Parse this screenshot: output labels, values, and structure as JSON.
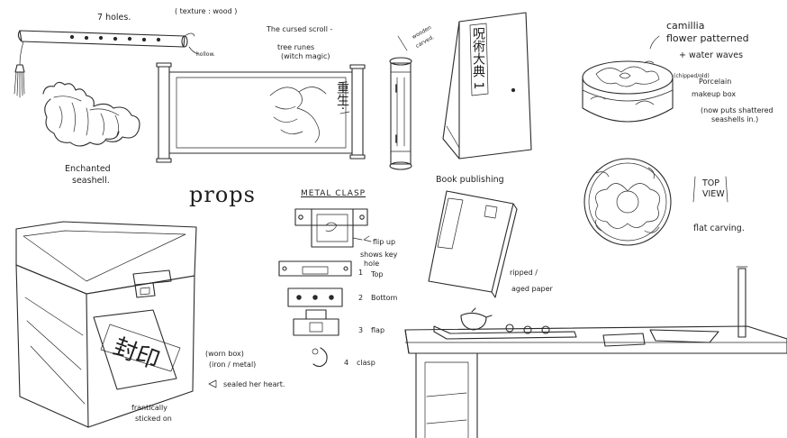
{
  "title": "props",
  "flute": {
    "label": "7 holes.",
    "texture": "( texture : wood )",
    "hollow": "hollow."
  },
  "seashell": {
    "label_line1": "Enchanted",
    "label_line2": "seashell."
  },
  "scroll": {
    "title": "The cursed scroll -",
    "runes_line1": "tree runes",
    "runes_line2": "(witch magic)",
    "chars": "重生·"
  },
  "wooden": {
    "label_line1": "wooden",
    "label_line2": "carved."
  },
  "book": {
    "chars": "呪術大典 1",
    "publishing": "Book  publishing",
    "ripped_line1": "ripped /",
    "ripped_line2": "aged paper"
  },
  "makeup_box": {
    "camellia_line1": "camillia",
    "camellia_line2": "flower patterned",
    "plus_waves": "+ water waves",
    "chipped": "(chipped/old)",
    "porcelain_line1": "Porcelain",
    "porcelain_line2": "makeup box",
    "seashells_line1": "(now puts shattered",
    "seashells_line2": "seashells in.)"
  },
  "top_view": {
    "label_line1": "TOP",
    "label_line2": "VIEW",
    "flat": "flat carving."
  },
  "clasp": {
    "heading": "METAL CLASP",
    "flip_up": "flip up",
    "shows_line1": "shows key",
    "shows_line2": "hole",
    "parts": [
      {
        "num": "1",
        "label": "Top"
      },
      {
        "num": "2",
        "label": "Bottom"
      },
      {
        "num": "3",
        "label": "flap"
      },
      {
        "num": "4",
        "label": "clasp"
      }
    ]
  },
  "worn_box": {
    "worn_line1": "(worn box)",
    "worn_line2": "(iron / metal)",
    "sealed": "sealed her heart.",
    "frantic_line1": "frantically",
    "frantic_line2": "sticked on",
    "seal_chars": "封印"
  }
}
